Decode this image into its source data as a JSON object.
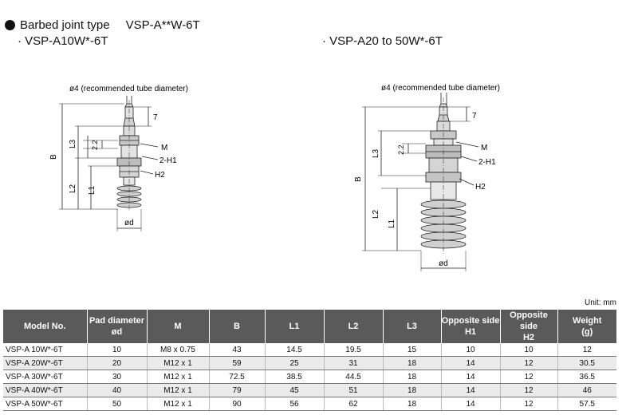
{
  "heading": {
    "title": "Barbed joint type",
    "code": "VSP-A**W-6T"
  },
  "left_view": {
    "label": "· VSP-A10W*-6T",
    "tube_note": "ø4 (recommended tube diameter)",
    "dims": {
      "seven": "7",
      "b": "B",
      "l3": "L3",
      "two_two": "2.2",
      "l2": "L2",
      "l1": "L1",
      "m": "M",
      "h1": "2-H1",
      "h2": "H2",
      "od": "ød"
    }
  },
  "right_view": {
    "label": "· VSP-A20 to 50W*-6T",
    "tube_note": "ø4 (recommended tube diameter)",
    "dims": {
      "seven": "7",
      "b": "B",
      "l3": "L3",
      "two_two": "2.2",
      "l2": "L2",
      "l1": "L1",
      "m": "M",
      "h1": "2-H1",
      "h2": "H2",
      "od": "ød"
    }
  },
  "table": {
    "unit": "Unit: mm",
    "headers": [
      [
        "Model No.",
        ""
      ],
      [
        "Pad diameter",
        "ød"
      ],
      [
        "M",
        ""
      ],
      [
        "B",
        ""
      ],
      [
        "L1",
        ""
      ],
      [
        "L2",
        ""
      ],
      [
        "L3",
        ""
      ],
      [
        "Opposite side",
        "H1"
      ],
      [
        "Opposite side",
        "H2"
      ],
      [
        "Weight",
        "(g)"
      ]
    ],
    "rows": [
      [
        "VSP-A 10W*-6T",
        "10",
        "M8 x 0.75",
        "43",
        "14.5",
        "19.5",
        "15",
        "10",
        "10",
        "12"
      ],
      [
        "VSP-A 20W*-6T",
        "20",
        "M12 x 1",
        "59",
        "25",
        "31",
        "18",
        "14",
        "12",
        "30.5"
      ],
      [
        "VSP-A 30W*-6T",
        "30",
        "M12 x 1",
        "72.5",
        "38.5",
        "44.5",
        "18",
        "14",
        "12",
        "36.5"
      ],
      [
        "VSP-A 40W*-6T",
        "40",
        "M12 x 1",
        "79",
        "45",
        "51",
        "18",
        "14",
        "12",
        "46"
      ],
      [
        "VSP-A 50W*-6T",
        "50",
        "M12 x 1",
        "90",
        "56",
        "62",
        "18",
        "14",
        "12",
        "57.5"
      ]
    ]
  }
}
